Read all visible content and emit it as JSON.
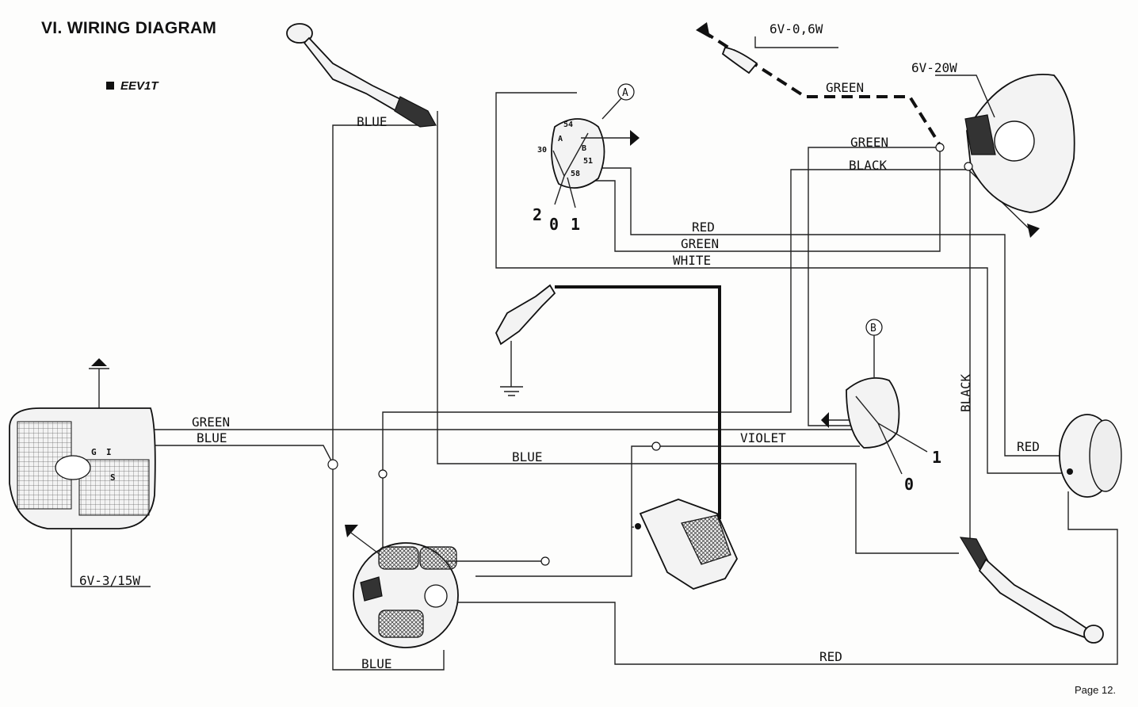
{
  "header": {
    "title": "VI. WIRING DIAGRAM",
    "model": "EEV1T"
  },
  "components": {
    "headlamp_bulb": "6V-20W",
    "rear_lamp_bulb": "6V-0,6W",
    "tail_lamp_bulb": "6V-3/15W",
    "switch_a": {
      "marker": "A",
      "terminals": [
        "54",
        "30",
        "51",
        "58"
      ],
      "inner_letters": [
        "A",
        "B"
      ],
      "positions": [
        "2",
        "0",
        "1"
      ]
    },
    "switch_b": {
      "marker": "B",
      "positions": [
        "1",
        "0"
      ]
    },
    "tail_lamp_terminals": [
      "G",
      "I",
      "S"
    ]
  },
  "wires": {
    "blue_top": "BLUE",
    "green_rear": "GREEN",
    "green_head": "GREEN",
    "black_head": "BLACK",
    "red_mid": "RED",
    "green_mid": "GREEN",
    "white_mid": "WHITE",
    "green_tail": "GREEN",
    "blue_tail": "BLUE",
    "blue_center": "BLUE",
    "violet": "VIOLET",
    "black_vertical": "BLACK",
    "red_right": "RED",
    "blue_bottom": "BLUE",
    "red_bottom": "RED"
  },
  "footer": {
    "page": "Page 12."
  }
}
